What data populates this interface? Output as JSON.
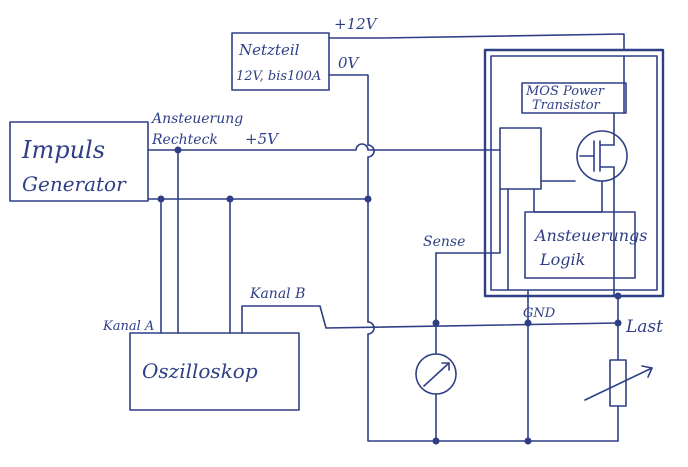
{
  "diagram": {
    "colors": {
      "ink": "#2f3f86",
      "paper": "#ffffff"
    },
    "labels": {
      "impuls_line1": "Impuls",
      "impuls_line2": "Generator",
      "netzteil_line1": "Netzteil",
      "netzteil_line2": "12V, bis100A",
      "v12": "+12V",
      "v0": "0V",
      "ansteuerung_line1": "Ansteuerung",
      "ansteuerung_line2": "Rechteck",
      "v5": "+5V",
      "mos_line1": "MOS Power",
      "mos_line2": "Transistor",
      "logik_line1": "Ansteuerungs",
      "logik_line2": "Logik",
      "sense": "Sense",
      "gnd": "GND",
      "last": "Last",
      "kanal_a": "Kanal A",
      "kanal_b": "Kanal B",
      "oszilloskop": "Oszilloskop"
    }
  }
}
